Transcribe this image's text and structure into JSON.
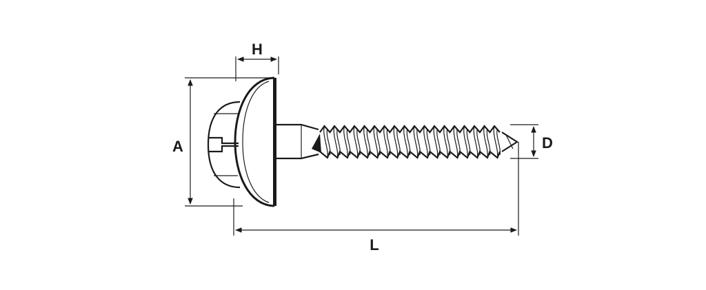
{
  "dimensions": {
    "H": "H",
    "A": "A",
    "D": "D",
    "L": "L"
  },
  "colors": {
    "line": "#1a1a1a",
    "background": "#ffffff"
  }
}
